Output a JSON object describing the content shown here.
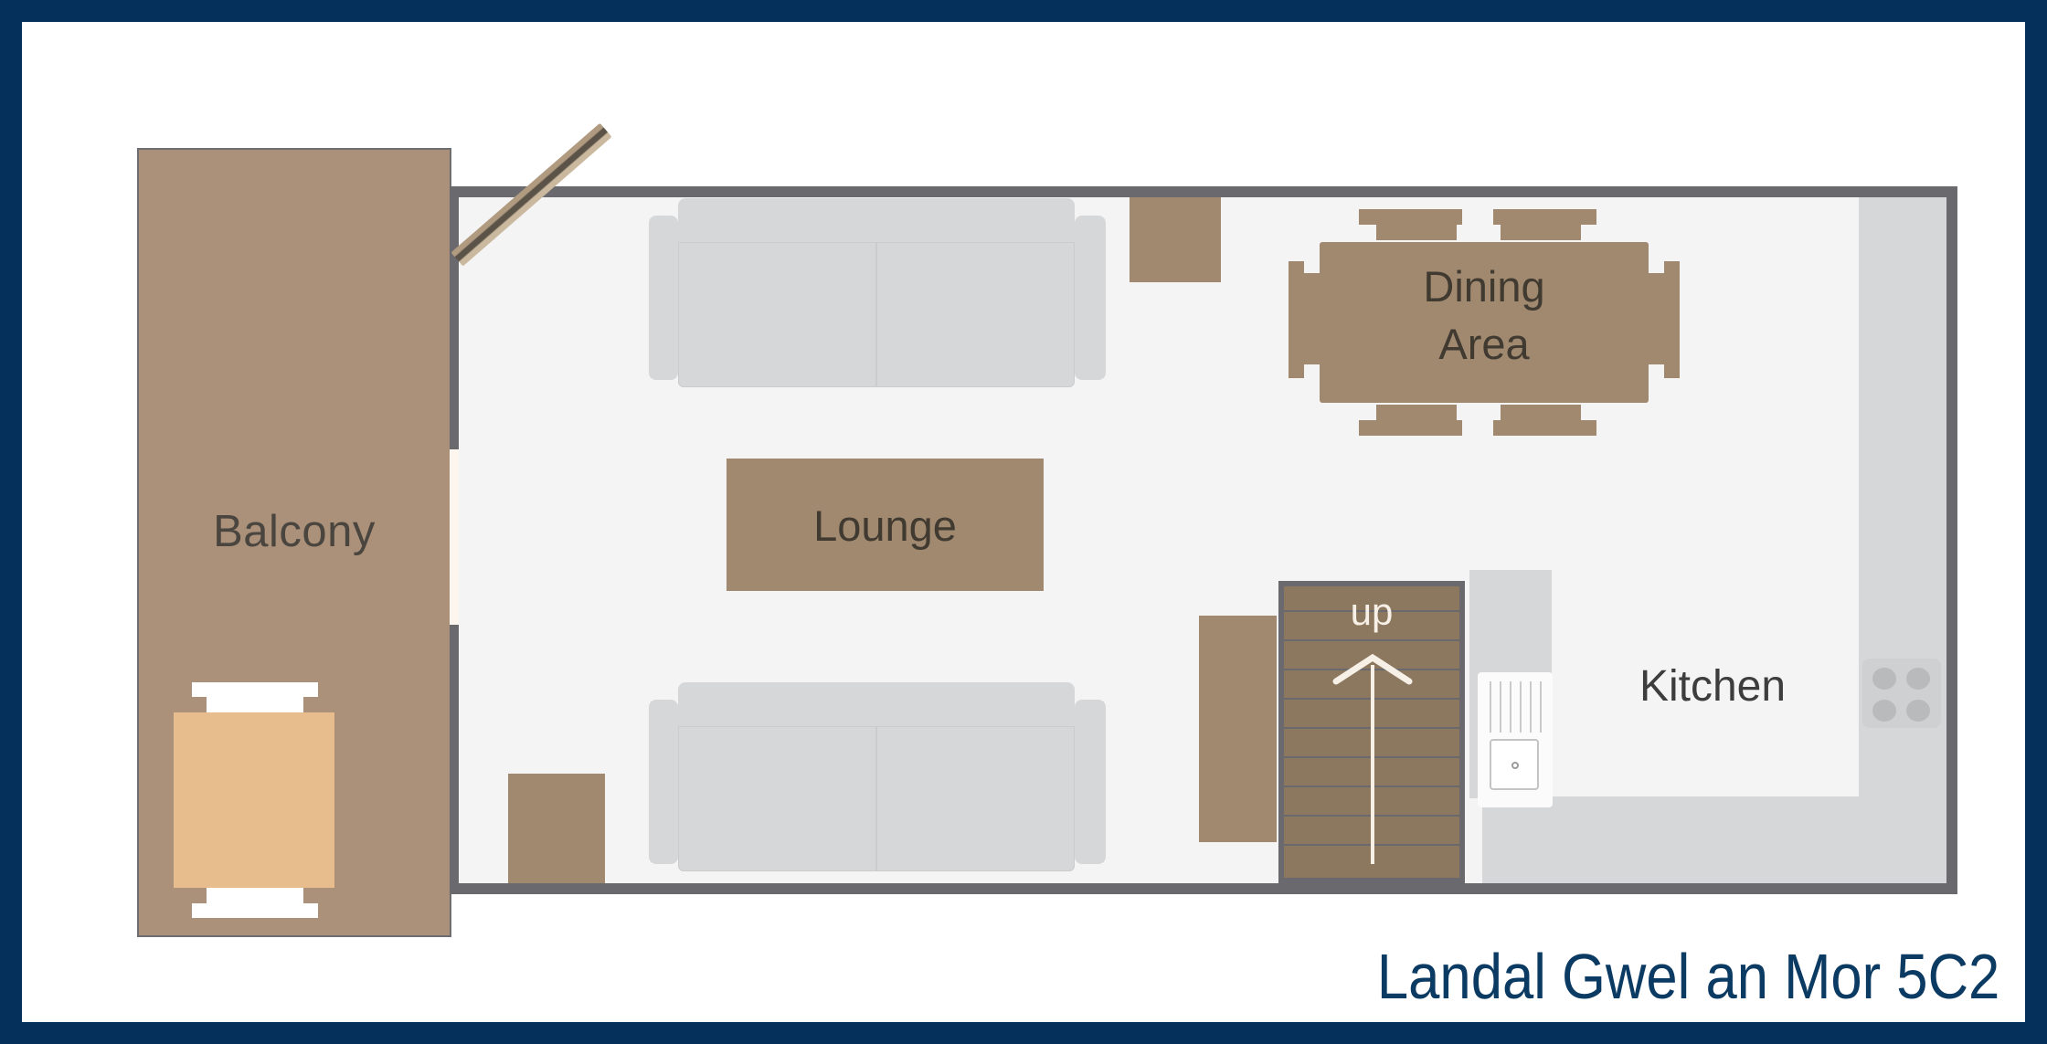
{
  "title": "Landal Gwel an Mor 5C2",
  "colors": {
    "border_navy": "#05305c",
    "title_navy": "#0b3a63",
    "balcony_fill": "#ab907a",
    "furniture_brown": "#a0896f",
    "balcony_table": "#e7bd8d",
    "stairs_brown": "#8c775f",
    "wall_grey": "#6a6a6e",
    "floor_grey": "#f4f4f4",
    "counter_grey": "#d6d7d9",
    "sofa_grey": "#d6d7d9",
    "label_text": "#403a31",
    "kitchen_label_text": "#3d3d3d"
  },
  "rooms": {
    "balcony": {
      "label": "Balcony"
    },
    "lounge": {
      "label": "Lounge"
    },
    "dining": {
      "label_line1": "Dining",
      "label_line2": "Area"
    },
    "kitchen": {
      "label": "Kitchen"
    }
  },
  "stairs": {
    "direction_label": "up",
    "step_count": 10,
    "arrow": "up-arrow"
  },
  "furniture": {
    "sofas": [
      {
        "name": "sofa-top",
        "seats": 2
      },
      {
        "name": "sofa-bottom",
        "seats": 2
      }
    ],
    "dining_chairs": 6,
    "balcony_chairs": 2,
    "balcony_table": 1,
    "side_tables": 3,
    "hob_rings": 4,
    "sink": 1,
    "sliding_door": 1
  }
}
